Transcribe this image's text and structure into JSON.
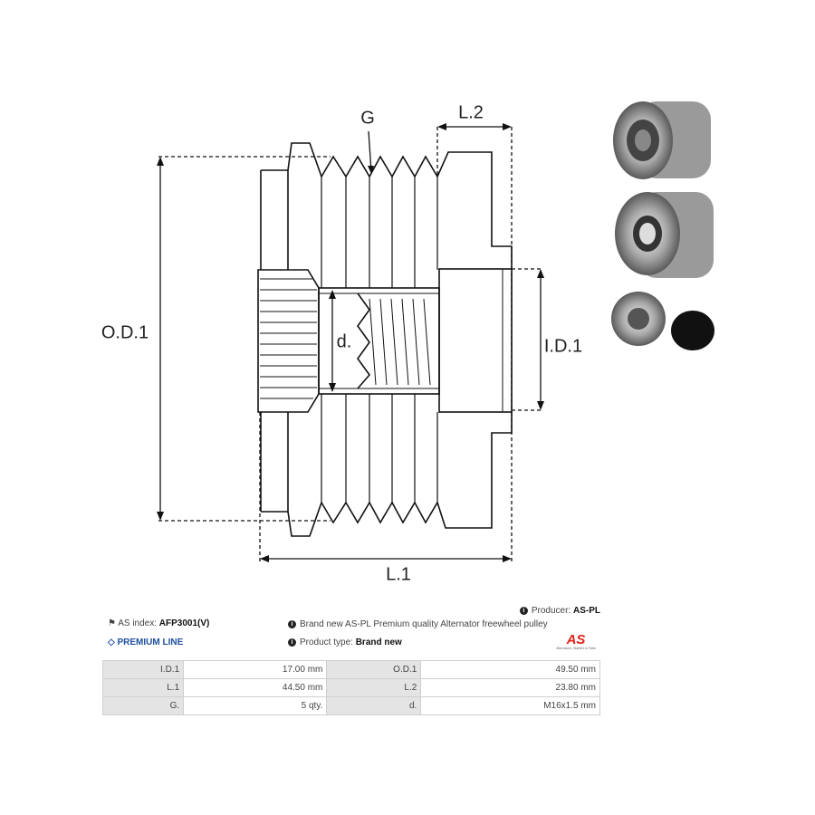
{
  "diagram": {
    "g": "G",
    "l2": "L.2",
    "od1": "O.D.1",
    "d": "d.",
    "id1": "I.D.1",
    "l1": "L.1"
  },
  "info": {
    "as_index_label": "AS index:",
    "as_index_value": "AFP3001(V)",
    "premium": "PREMIUM LINE",
    "description": "Brand new AS-PL Premium quality Alternator freewheel pulley",
    "producer_label": "Producer:",
    "producer_value": "AS-PL",
    "type_label": "Product type:",
    "type_value": "Brand new",
    "logo_text": "AS",
    "logo_sub": "Alternators, Starters & Parts"
  },
  "specs": [
    [
      "I.D.1",
      "17.00 mm",
      "O.D.1",
      "49.50 mm"
    ],
    [
      "L.1",
      "44.50 mm",
      "L.2",
      "23.80 mm"
    ],
    [
      "G.",
      "5 qty.",
      "d.",
      "M16x1.5 mm"
    ]
  ],
  "colors": {
    "premium": "#1f4fa0",
    "logo": "#e2231a"
  }
}
